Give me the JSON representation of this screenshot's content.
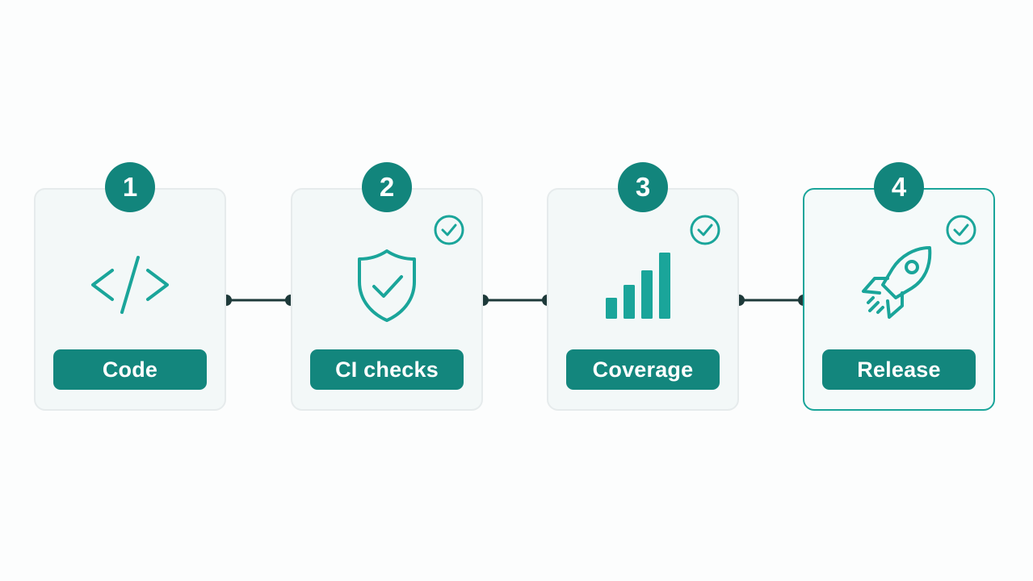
{
  "steps": [
    {
      "number": "1",
      "label": "Code",
      "icon": "code-icon",
      "checked": false,
      "highlight": false
    },
    {
      "number": "2",
      "label": "CI checks",
      "icon": "shield-check-icon",
      "checked": true,
      "highlight": false
    },
    {
      "number": "3",
      "label": "Coverage",
      "icon": "bar-chart-icon",
      "checked": true,
      "highlight": false
    },
    {
      "number": "4",
      "label": "Release",
      "icon": "rocket-icon",
      "checked": true,
      "highlight": true
    }
  ],
  "colors": {
    "accent": "#13867d",
    "icon_stroke": "#1aa59a",
    "connector": "#1e3a3a",
    "card_border": "#e6ebec",
    "highlight_border": "#1aa59a"
  }
}
